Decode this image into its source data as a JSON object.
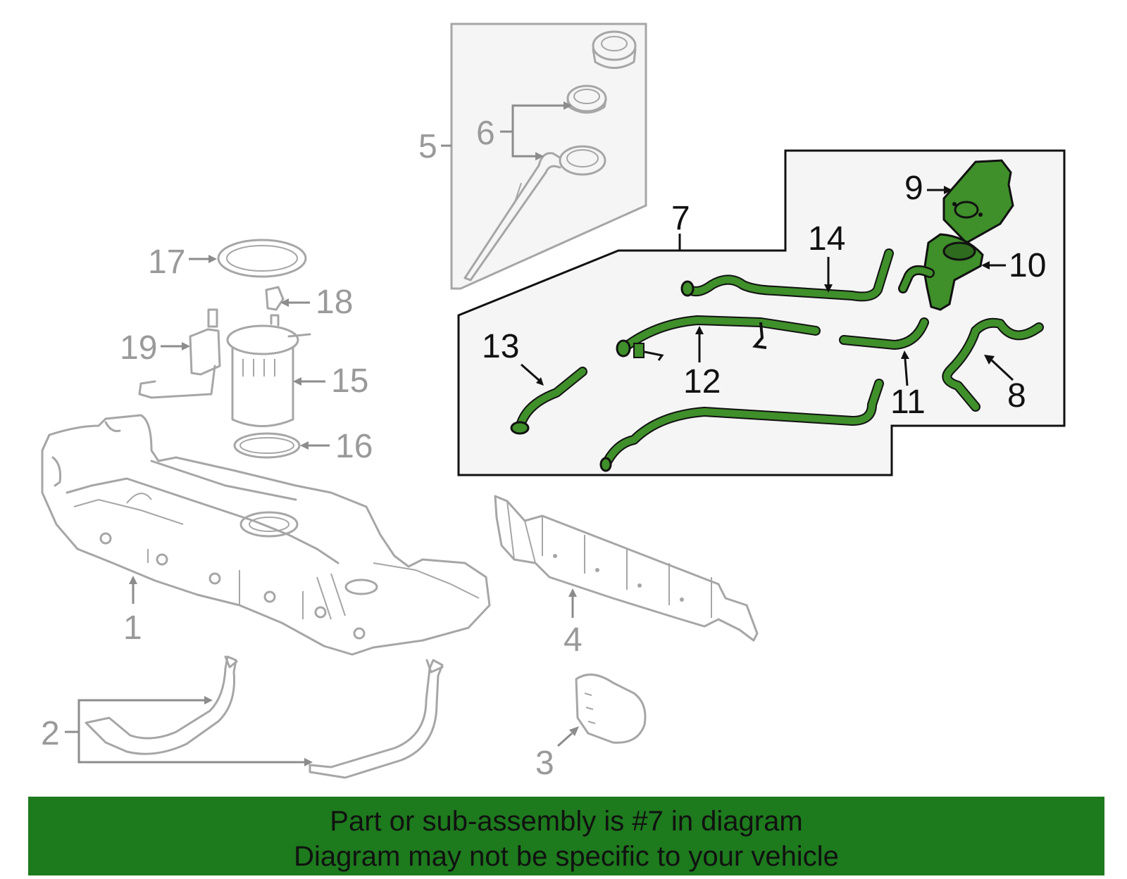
{
  "callouts": {
    "c1": "1",
    "c2": "2",
    "c3": "3",
    "c4": "4",
    "c5": "5",
    "c6": "6",
    "c7": "7",
    "c8": "8",
    "c9": "9",
    "c10": "10",
    "c11": "11",
    "c12": "12",
    "c13": "13",
    "c14": "14",
    "c15": "15",
    "c16": "16",
    "c17": "17",
    "c18": "18",
    "c19": "19"
  },
  "footer": {
    "line1": "Part or sub-assembly is #7 in diagram",
    "line2": "Diagram may not be specific to your vehicle"
  },
  "colors": {
    "highlight": "#3f8f2a",
    "footer_bg": "#1d7a1d",
    "other_parts": "#a6a6a6",
    "panel_bg": "#f5f5f5"
  }
}
